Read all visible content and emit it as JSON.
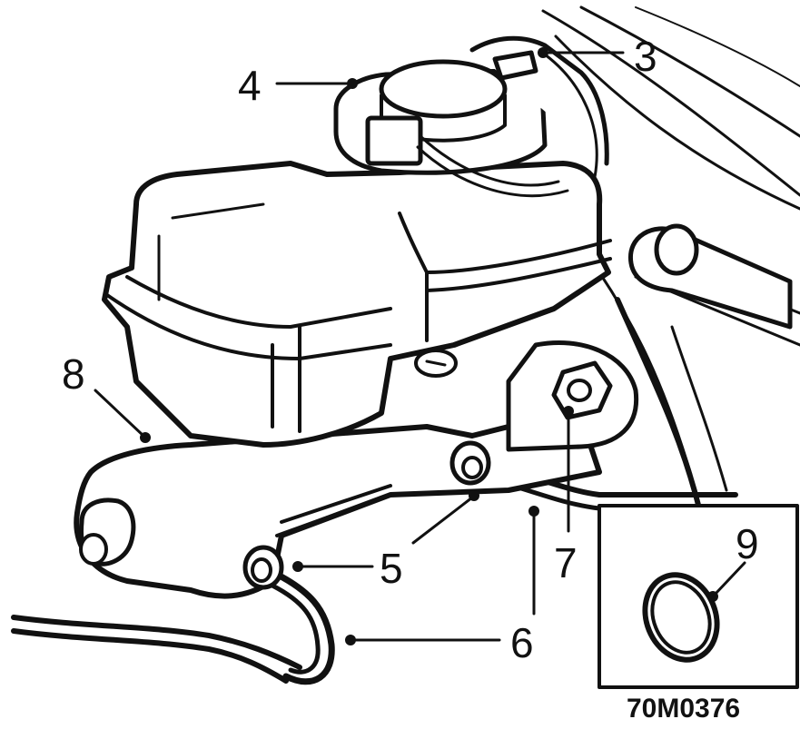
{
  "callouts": [
    {
      "id": "3",
      "label": "3"
    },
    {
      "id": "4",
      "label": "4"
    },
    {
      "id": "5",
      "label": "5"
    },
    {
      "id": "6",
      "label": "6"
    },
    {
      "id": "7",
      "label": "7"
    },
    {
      "id": "8",
      "label": "8"
    },
    {
      "id": "9",
      "label": "9"
    }
  ],
  "figure_code": "70M0376"
}
